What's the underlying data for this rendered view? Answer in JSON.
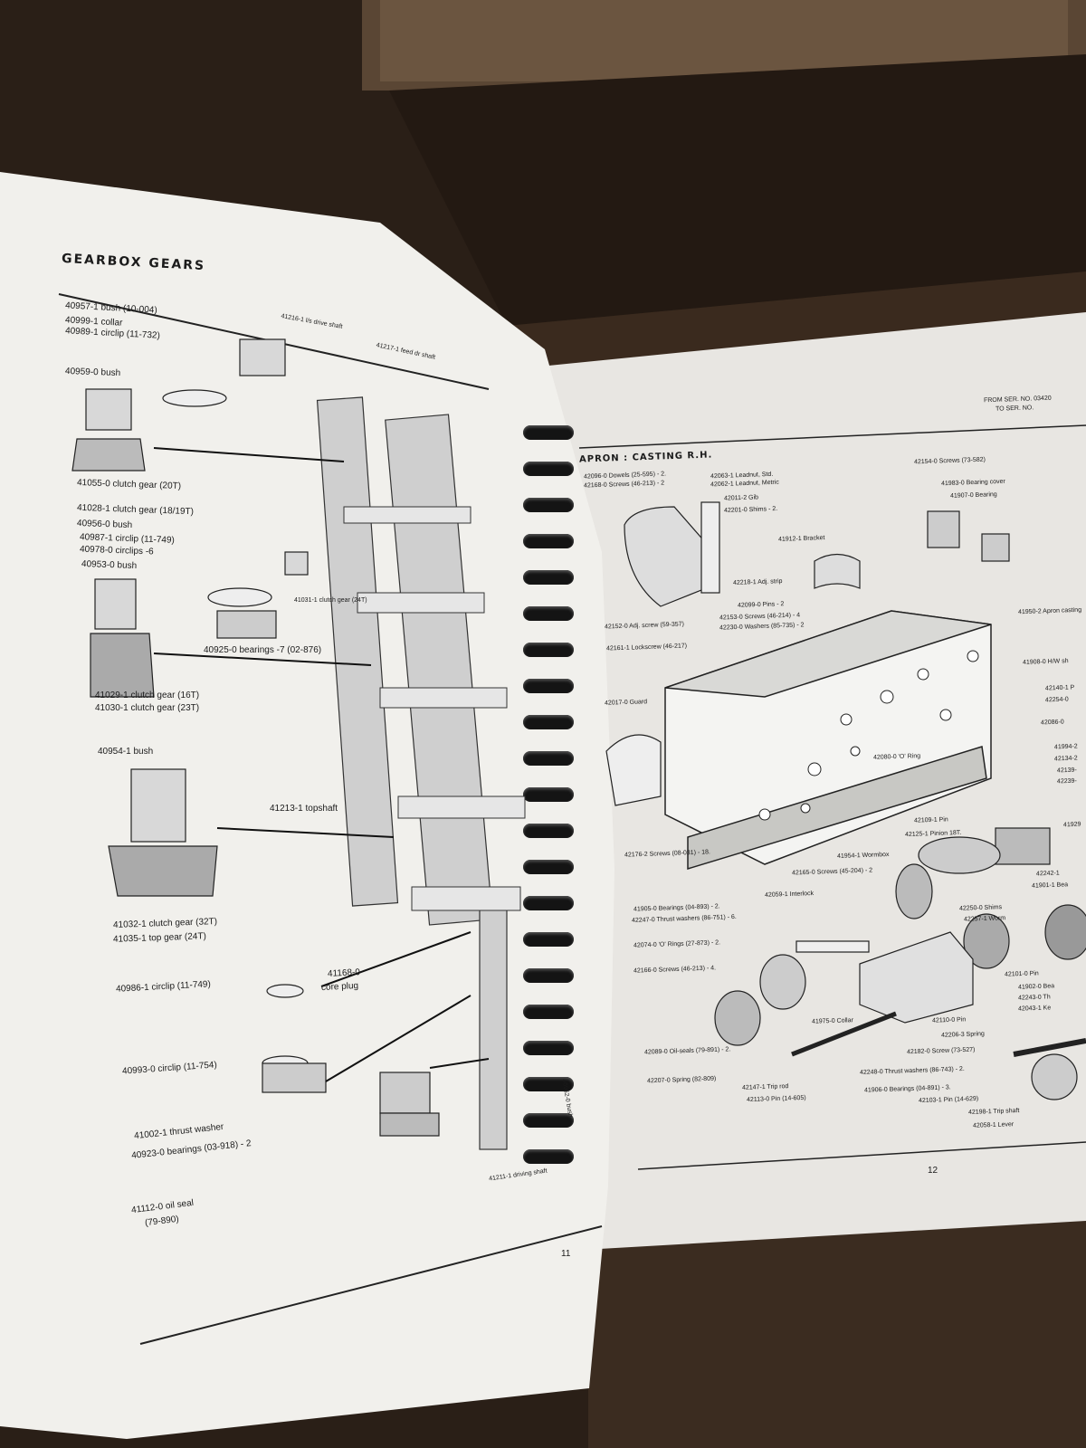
{
  "left_page": {
    "title": "GEARBOX GEARS",
    "page_number": "11",
    "labels": [
      "40957-1 bush (10-004)",
      "40999-1 collar",
      "40989-1 circlip (11-732)",
      "41216-1 l/s drive shaft",
      "41217-1 feed dr shaft",
      "40959-0 bush",
      "41055-0 clutch gear (20T)",
      "41028-1 clutch gear (18/19T)",
      "40956-0 bush",
      "40987-1 circlip (11-749)",
      "40978-0 circlips -6",
      "40953-0 bush",
      "41031-1 clutch gear (24T)",
      "40925-0 bearings -7 (02-876)",
      "41029-1 clutch gear (16T)",
      "41030-1 clutch gear (23T)",
      "40954-1 bush",
      "41213-1 topshaft",
      "41032-1 clutch gear (32T)",
      "41035-1 top gear (24T)",
      "40986-1 circlip (11-749)",
      "41168-0",
      "core plug",
      "40993-0 circlip (11-754)",
      "41002-1 thrust washer",
      "40923-0 bearings (03-918) - 2",
      "41112-0 oil seal",
      "(79-890)",
      "41211-1 driving shaft",
      "40952-0 bush"
    ]
  },
  "right_page": {
    "title": "APRON : CASTING R.H.",
    "serial_note_1": "FROM SER. NO. 03420",
    "serial_note_2": "TO SER. NO.",
    "page_number": "12",
    "labels": [
      "42096-0 Dowels (25-595) - 2.",
      "42168-0 Screws (46-213) - 2",
      "42063-1 Leadnut, Std.",
      "42062-1 Leadnut, Metric",
      "42011-2 Gib",
      "42201-0 Shims - 2.",
      "42154-0 Screws (73-582)",
      "41983-0 Bearing cover",
      "41907-0 Bearing",
      "41912-1 Bracket",
      "42218-1 Adj. strip",
      "42099-0 Pins - 2",
      "42153-0 Screws (46-214) - 4",
      "42230-0 Washers (85-735) - 2",
      "42152-0 Adj. screw (59-357)",
      "42161-1 Lockscrew (46-217)",
      "41950-2 Apron casting",
      "41908-0 H/W sh",
      "42140-1 P",
      "42254-0",
      "42086-0",
      "41994-2",
      "42134-2",
      "42139-",
      "42239-",
      "42017-0 Guard",
      "42080-0 'O' Ring",
      "42109-1 Pin",
      "42125-1 Pinion 18T.",
      "41929",
      "42176-2 Screws (08-031) - 18.",
      "41954-1 Wormbox",
      "42165-0 Screws (45-204) - 2",
      "42059-1 Interlock",
      "42242-1",
      "41901-1 Bea",
      "42250-0 Shims",
      "42257-1 Worm",
      "41905-0 Bearings (04-893) - 2.",
      "42247-0 Thrust washers (86-751) - 6.",
      "42074-0 'O' Rings (27-873) - 2.",
      "42166-0 Screws (46-213) - 4.",
      "42101-0 Pin",
      "41902-0 Bea",
      "42243-0 Th",
      "42043-1 Ke",
      "41975-0 Collar",
      "42110-0 Pin",
      "42206-3 Spring",
      "42089-0 Oil-seals (79-891) - 2.",
      "42182-0 Screw (73-527)",
      "42207-0 Spring (82-809)",
      "42147-1 Trip rod",
      "42113-0 Pin (14-605)",
      "42248-0 Thrust washers (86-743) - 2.",
      "41906-0 Bearings (04-891) - 3.",
      "42103-1 Pin (14-629)",
      "42198-1 Trip shaft",
      "42058-1 Lever"
    ]
  },
  "colors": {
    "background": "#2a1f17",
    "paper_left": "#f1f0ec",
    "paper_right": "#e8e6e2",
    "ink": "#1b1b1b",
    "spiral": "#141414"
  }
}
